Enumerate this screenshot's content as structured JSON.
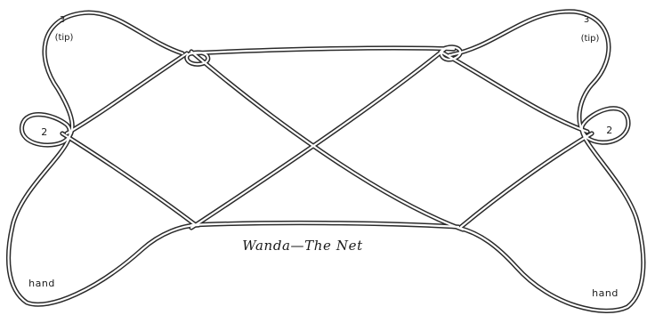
{
  "figure": {
    "caption": "Wanda—The Net",
    "labels": {
      "left_finger_3_num": "3",
      "left_finger_3_tip": "(tip)",
      "right_finger_3_num": "3",
      "right_finger_3_tip": "(tip)",
      "left_finger_2": "2",
      "right_finger_2": "2",
      "left_hand": "hand",
      "right_hand": "hand"
    },
    "colors": {
      "string": "#2b2b2b",
      "background": "#ffffff"
    }
  }
}
